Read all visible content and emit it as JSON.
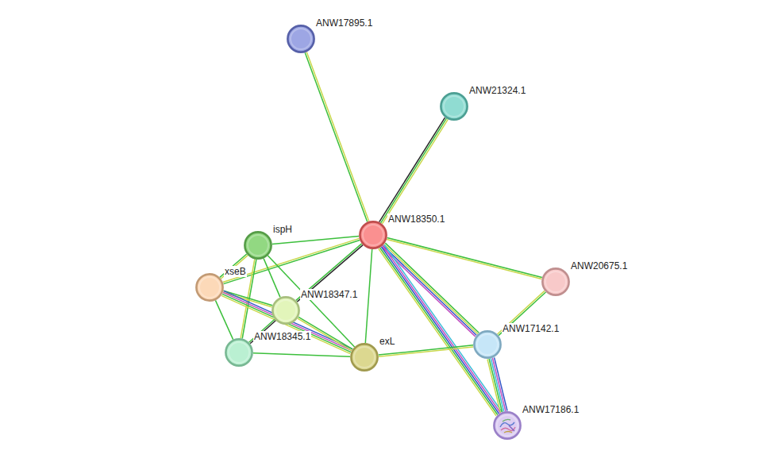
{
  "diagram": {
    "nodes": [
      {
        "text": [
          "ANW17895.1"
        ]
      },
      {
        "text": [
          "ANW21324.1"
        ]
      },
      {
        "text": [
          "ANW18350.1"
        ]
      },
      {
        "text": [
          "ispH"
        ]
      },
      {
        "text": [
          "xseB"
        ]
      },
      {
        "text": [
          "ANW18347.1"
        ]
      },
      {
        "text": [
          "ANW18345.1"
        ]
      },
      {
        "text": [
          "exL"
        ]
      },
      {
        "text": [
          "ANW20675.1"
        ]
      },
      {
        "text": [
          "ANW17142.1"
        ]
      },
      {
        "text": [
          "ANW17186.1"
        ]
      }
    ],
    "edges": [
      {
        "from": 2,
        "to": 0,
        "arrow": "none"
      },
      {
        "from": 2,
        "to": 1,
        "arrow": "none"
      },
      {
        "from": 2,
        "to": 3,
        "arrow": "none"
      },
      {
        "from": 2,
        "to": 4,
        "arrow": "none"
      },
      {
        "from": 2,
        "to": 5,
        "arrow": "none"
      },
      {
        "from": 2,
        "to": 7,
        "arrow": "none"
      },
      {
        "from": 2,
        "to": 8,
        "arrow": "none"
      },
      {
        "from": 2,
        "to": 9,
        "arrow": "none"
      },
      {
        "from": 2,
        "to": 10,
        "arrow": "none"
      },
      {
        "from": 3,
        "to": 4,
        "arrow": "none"
      },
      {
        "from": 3,
        "to": 5,
        "arrow": "none"
      },
      {
        "from": 3,
        "to": 6,
        "arrow": "none"
      },
      {
        "from": 3,
        "to": 7,
        "arrow": "none"
      },
      {
        "from": 4,
        "to": 5,
        "arrow": "none"
      },
      {
        "from": 4,
        "to": 6,
        "arrow": "none"
      },
      {
        "from": 4,
        "to": 7,
        "arrow": "none"
      },
      {
        "from": 5,
        "to": 6,
        "arrow": "none"
      },
      {
        "from": 5,
        "to": 7,
        "arrow": "none"
      },
      {
        "from": 6,
        "to": 7,
        "arrow": "none"
      },
      {
        "from": 7,
        "to": 9,
        "arrow": "none"
      },
      {
        "from": 8,
        "to": 9,
        "arrow": "none"
      },
      {
        "from": 9,
        "to": 10,
        "arrow": "none"
      }
    ]
  }
}
